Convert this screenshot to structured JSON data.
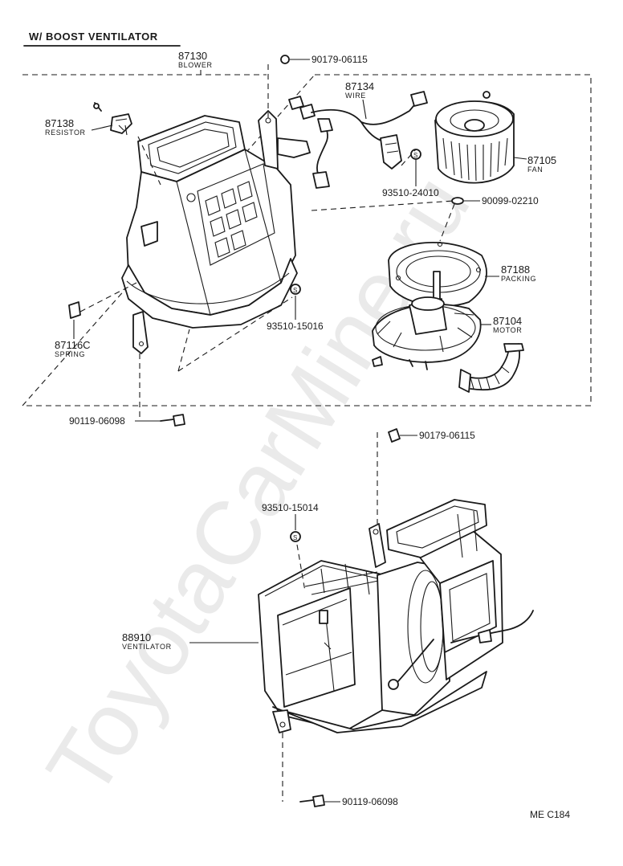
{
  "heading": "W/ BOOST VENTILATOR",
  "diagram_code": "ME C184",
  "watermark": "ToyotaCarMine.ru",
  "parts": {
    "blower": {
      "number": "87130",
      "name": "BLOWER"
    },
    "screw_top": {
      "number": "90179-06115"
    },
    "wire": {
      "number": "87134",
      "name": "WIRE"
    },
    "resistor": {
      "number": "87138",
      "name": "RESISTOR"
    },
    "fan": {
      "number": "87105",
      "name": "FAN"
    },
    "clip_24010": {
      "number": "93510-24010"
    },
    "washer": {
      "number": "90099-02210"
    },
    "packing": {
      "number": "87188",
      "name": "PACKING"
    },
    "motor": {
      "number": "87104",
      "name": "MOTOR"
    },
    "clip_15016": {
      "number": "93510-15016"
    },
    "spring": {
      "number": "87116C",
      "name": "SPRING"
    },
    "bolt_upper": {
      "number": "90119-06098"
    },
    "screw_lower": {
      "number": "90179-06115"
    },
    "clip_15014": {
      "number": "93510-15014"
    },
    "ventilator": {
      "number": "88910",
      "name": "VENTILATOR"
    },
    "bolt_lower": {
      "number": "90119-06098"
    }
  }
}
